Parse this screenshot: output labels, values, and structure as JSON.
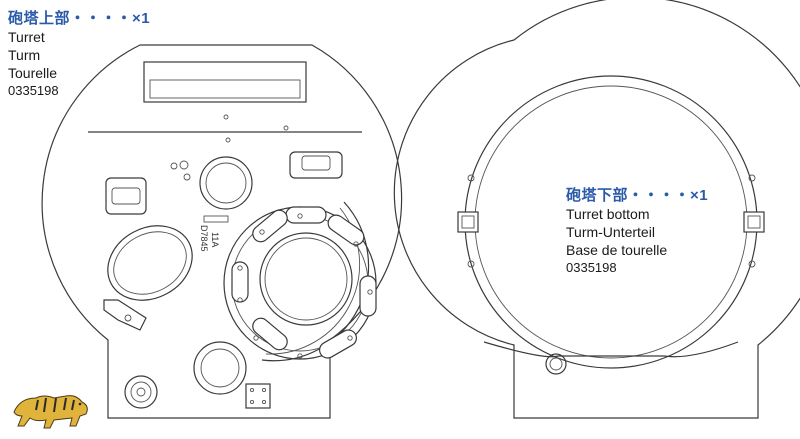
{
  "turret_upper": {
    "jp": "砲塔上部",
    "qty": "・・・・×1",
    "en": "Turret",
    "de": "Turm",
    "fr": "Tourelle",
    "part_no": "0335198"
  },
  "turret_lower": {
    "jp": "砲塔下部",
    "qty": "・・・・×1",
    "en": "Turret bottom",
    "de": "Turm-Unterteil",
    "fr": "Base de tourelle",
    "part_no": "0335198"
  },
  "markings": {
    "part_code_1": "11A",
    "part_code_2": "D7845"
  },
  "logo": {
    "name": "tiger-logo",
    "color": "#e0b43a"
  }
}
